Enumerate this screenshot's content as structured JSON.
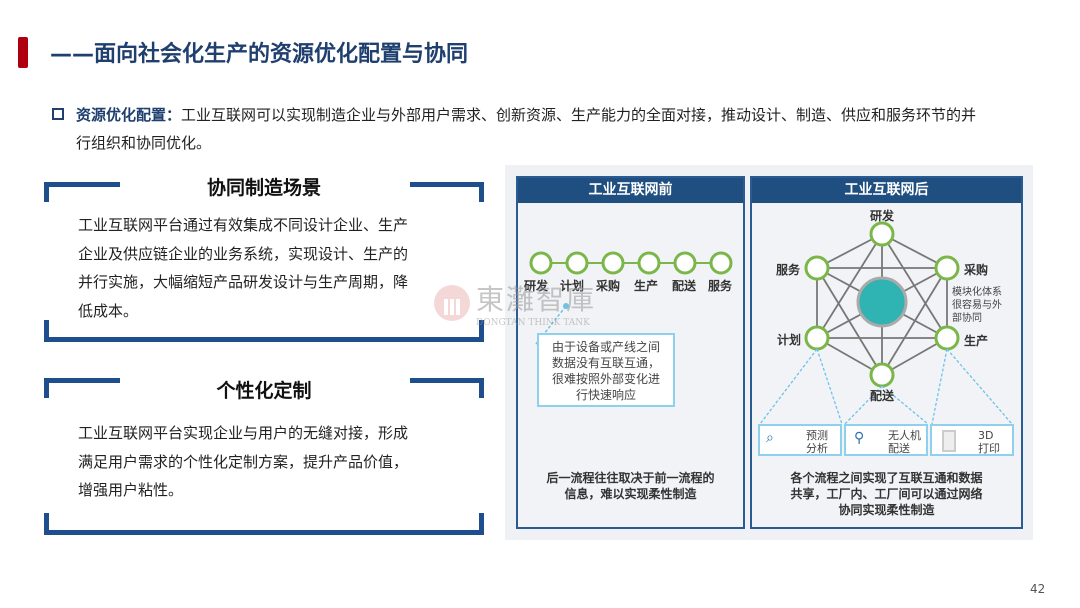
{
  "header": {
    "title": "——面向社会化生产的资源优化配置与协同"
  },
  "intro": {
    "key": "资源优化配置：",
    "line1": "工业互联网可以实现制造企业与外部用户需求、创新资源、生产能力的全面对接，推动设计、制造、供应和服务环节的并",
    "line2": "行组织和协同优化。"
  },
  "panels": [
    {
      "heading": "协同制造场景",
      "lines": [
        "工业互联网平台通过有效集成不同设计企业、生产",
        "企业及供应链企业的业务系统，实现设计、生产的",
        "并行实施，大幅缩短产品研发设计与生产周期，降",
        "低成本。"
      ]
    },
    {
      "heading": "个性化定制",
      "lines": [
        "工业互联网平台实现企业与用户的无缝对接，形成",
        "满足用户需求的个性化定制方案，提升产品价值，",
        "增强用户粘性。"
      ]
    }
  ],
  "figure": {
    "before": {
      "title": "工业互联网前",
      "steps": [
        "研发",
        "计划",
        "采购",
        "生产",
        "配送",
        "服务"
      ],
      "note": [
        "由于设备或产线之间",
        "数据没有互联互通，",
        "很难按照外部变化进",
        "行快速响应"
      ],
      "caption": [
        "后一流程往往取决于前一流程的",
        "信息，难以实现柔性制造"
      ]
    },
    "after": {
      "title": "工业互联网后",
      "nodes": {
        "rd": "研发",
        "purchase": "采购",
        "production": "生产",
        "delivery": "配送",
        "plan": "计划",
        "service": "服务"
      },
      "note": [
        "模块化体系",
        "很容易与外",
        "部协同"
      ],
      "subs": [
        [
          "预测",
          "分析"
        ],
        [
          "无人机",
          "配送"
        ],
        [
          "3D",
          "打印"
        ]
      ],
      "caption": [
        "各个流程之间实现了互联互通和数据",
        "共享，工厂内、工厂间可以通过网络",
        "协同实现柔性制造"
      ]
    }
  },
  "colors": {
    "accent": "#1f4e8c",
    "red": "#b00010",
    "green": "#7ab648",
    "teal": "#2fb3b3"
  },
  "watermark": {
    "cn": "東灘智庫",
    "en": "DONGTAN THINK TANK"
  },
  "page_number": "42"
}
